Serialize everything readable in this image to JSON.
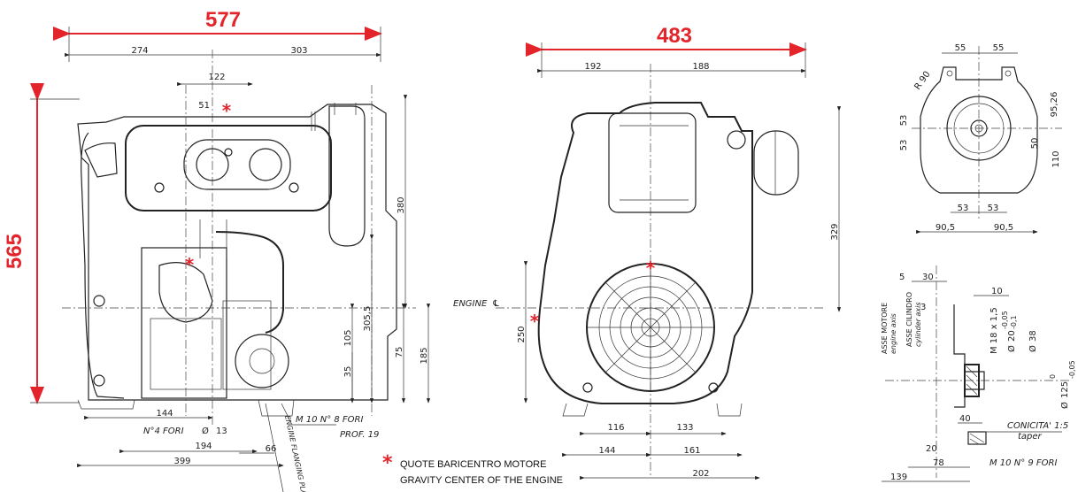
{
  "overall": {
    "width_front": "577",
    "width_side": "483",
    "height": "565"
  },
  "front_view": {
    "dims": [
      "274",
      "303",
      "122",
      "51",
      "380",
      "305,5",
      "105",
      "35",
      "75",
      "185",
      "144",
      "194",
      "399",
      "66"
    ],
    "note_holes": "N°4 FORI",
    "note_holes_dia": "13",
    "note_bolt": "M 10 N° 8 FORI",
    "note_depth": "PROF. 19",
    "flange_label": "ENGINE FLANGING PLANE"
  },
  "side_view": {
    "dims": [
      "192",
      "188",
      "329",
      "250",
      "116",
      "133",
      "144",
      "161",
      "202"
    ],
    "axis_label": "ENGINE"
  },
  "flange_view": {
    "dims": [
      "55",
      "55",
      "R 90",
      "53",
      "53",
      "95,26",
      "50",
      "110",
      "53",
      "53",
      "90,5",
      "90,5"
    ]
  },
  "shaft_view": {
    "dims": [
      "5",
      "30",
      "10",
      "3",
      "M 18 x 1,5",
      "20",
      "-0,05",
      "-0,1",
      "38",
      "0",
      "125",
      "-0,05",
      "40",
      "20",
      "78",
      "139"
    ],
    "axis_engine": "ASSE MOTORE",
    "axis_engine_en": "engine axis",
    "axis_cyl": "ASSE CILINDRO",
    "axis_cyl_en": "cylinder axis",
    "taper": "CONICITA' 1:5",
    "taper_en": "taper",
    "bolt_note": "M 10 N° 9 FORI"
  },
  "legend": {
    "line1": "QUOTE BARICENTRO MOTORE",
    "line2": "GRAVITY CENTER OF THE ENGINE"
  },
  "colors": {
    "accent": "#e3242b",
    "line": "#222222"
  }
}
